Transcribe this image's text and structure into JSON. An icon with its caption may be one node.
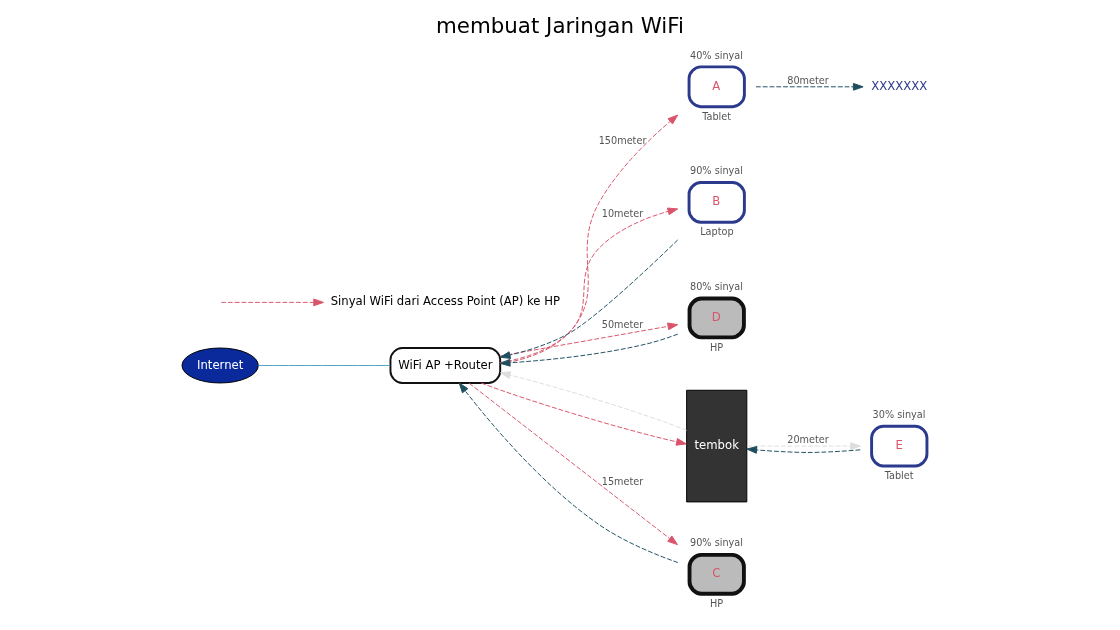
{
  "diagram": {
    "title": "membuat Jaringan WiFi",
    "nodes": [
      {
        "text": [
          "A"
        ],
        "beside": [
          "40% sinyal",
          "Tablet"
        ]
      },
      {
        "text": [
          "XXXXXXX"
        ]
      },
      {
        "text": [
          "WiFi AP +Router"
        ]
      },
      {
        "text": [
          "B"
        ],
        "beside": [
          "90% sinyal",
          "Laptop"
        ]
      },
      {
        "text": [
          "D"
        ],
        "beside": [
          "80% sinyal",
          "HP"
        ]
      },
      {
        "text": [
          "tembok"
        ]
      },
      {
        "text": [
          "C"
        ],
        "beside": [
          "90% sinyal",
          "HP"
        ]
      },
      {
        "text": [
          "E"
        ],
        "beside": [
          "30% sinyal",
          "Tablet"
        ]
      },
      {
        "text": [
          "Internet"
        ]
      }
    ],
    "edges": [
      {
        "from": 2,
        "to": 0,
        "arrow": "to",
        "label": "150meter",
        "style": "dashed",
        "color": "#d9546a"
      },
      {
        "from": 0,
        "to": 1,
        "arrow": "to",
        "label": "80meter",
        "style": "dashed",
        "color": "#1f4e5f"
      },
      {
        "from": 8,
        "to": 2,
        "arrow": "none",
        "color": "#4aa3c0"
      },
      {
        "from": 2,
        "to": 3,
        "arrow": "to",
        "label": "10meter",
        "style": "dashed",
        "color": "#d9546a"
      },
      {
        "from": 3,
        "to": 2,
        "arrow": "to",
        "style": "dashed",
        "color": "#1f4e5f"
      },
      {
        "from": 2,
        "to": 4,
        "arrow": "to",
        "label": "50meter",
        "style": "dashed",
        "color": "#d9546a"
      },
      {
        "from": 4,
        "to": 2,
        "arrow": "to",
        "style": "dashed",
        "color": "#1f4e5f"
      },
      {
        "from": 2,
        "to": 5,
        "arrow": "to",
        "style": "dashed",
        "color": "#d9546a"
      },
      {
        "from": 5,
        "to": 2,
        "arrow": "to",
        "style": "dashed",
        "color": "#dddddd"
      },
      {
        "from": 2,
        "to": 6,
        "arrow": "to",
        "label": "15meter",
        "style": "dashed",
        "color": "#d9546a"
      },
      {
        "from": 6,
        "to": 2,
        "arrow": "to",
        "style": "dashed",
        "color": "#1f4e5f"
      },
      {
        "from": 5,
        "to": 7,
        "arrow": "to",
        "label": "20meter",
        "style": "dashed",
        "color": "#dddddd"
      },
      {
        "from": 7,
        "to": 5,
        "arrow": "to",
        "style": "dashed",
        "color": "#1f4e5f"
      }
    ],
    "legend": [
      {
        "text": "Sinyal WiFi dari Access Point (AP) ke HP"
      }
    ]
  }
}
